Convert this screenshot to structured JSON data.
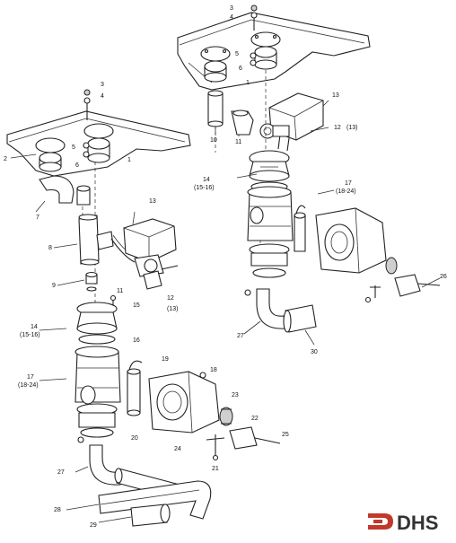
{
  "brand": {
    "logo_text": "DHS",
    "colors": {
      "logo_mark": "#c0392b",
      "logo_text": "#333333",
      "ink": "#222222"
    }
  },
  "callouts": {
    "left": {
      "c1": "1",
      "c2": "2",
      "c3": "3",
      "c4": "4",
      "c5": "5",
      "c6": "6",
      "c7": "7",
      "c8": "8",
      "c9": "9",
      "c11": "11",
      "c12": "12",
      "c13_paren": "(13)",
      "c13": "13",
      "c14": "14",
      "c15_16": "(15-16)",
      "c15": "15",
      "c16": "16",
      "c17": "17",
      "c18_24": "(18-24)",
      "c18": "18",
      "c19": "19",
      "c20": "20",
      "c21": "21",
      "c22": "22",
      "c23": "23",
      "c24": "24",
      "c25": "25",
      "c27": "27",
      "c28": "28",
      "c29": "29"
    },
    "right": {
      "c1": "1",
      "c3": "3",
      "c4": "4",
      "c5": "5",
      "c6": "6",
      "c10": "10",
      "c11": "11",
      "c12": "12",
      "c13_paren": "(13)",
      "c13": "13",
      "c14": "14",
      "c15_16": "(15-16)",
      "c17": "17",
      "c18_24": "(18-24)",
      "c26": "26",
      "c27": "27",
      "c30": "30"
    }
  }
}
